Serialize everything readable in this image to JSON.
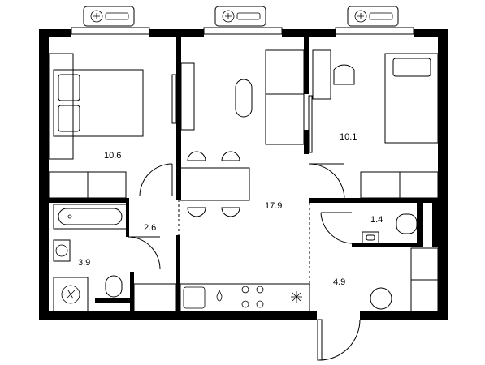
{
  "rooms": {
    "bedroom_left": {
      "area": "10.6"
    },
    "bedroom_right": {
      "area": "10.1"
    },
    "kitchen_living": {
      "area": "17.9"
    },
    "corridor": {
      "area": "2.6"
    },
    "bathroom": {
      "area": "3.9"
    },
    "wc": {
      "area": "1.4"
    },
    "hallway": {
      "area": "4.9"
    }
  },
  "colors": {
    "wall": "#000000",
    "background": "#ffffff"
  }
}
